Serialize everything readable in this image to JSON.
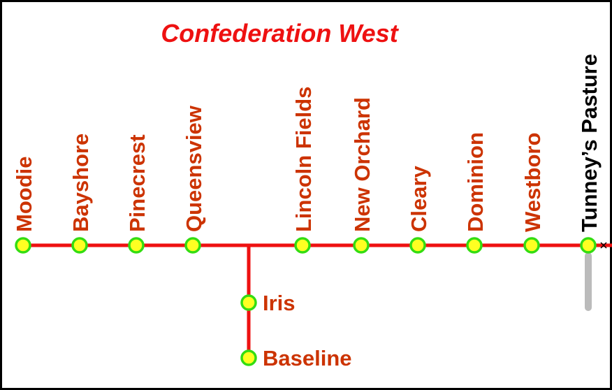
{
  "map": {
    "title": "Confederation West",
    "colors": {
      "line": "#ee1111",
      "label": "#cc3300",
      "title": "#ee1111",
      "terminal_label": "#000000",
      "station_fill": "#ffff22",
      "station_stroke": "#33dd11",
      "connector": "#bbbbbb"
    },
    "main_stations": [
      {
        "name": "Moodie",
        "terminal": false
      },
      {
        "name": "Bayshore",
        "terminal": false
      },
      {
        "name": "Pinecrest",
        "terminal": false
      },
      {
        "name": "Queensview",
        "terminal": false
      },
      {
        "name": "Lincoln Fields",
        "terminal": false
      },
      {
        "name": "New Orchard",
        "terminal": false
      },
      {
        "name": "Cleary",
        "terminal": false
      },
      {
        "name": "Dominion",
        "terminal": false
      },
      {
        "name": "Westboro",
        "terminal": false
      },
      {
        "name": "Tunney’s Pasture",
        "terminal": true
      }
    ],
    "branch_stations": [
      {
        "name": "Iris"
      },
      {
        "name": "Baseline"
      }
    ]
  }
}
